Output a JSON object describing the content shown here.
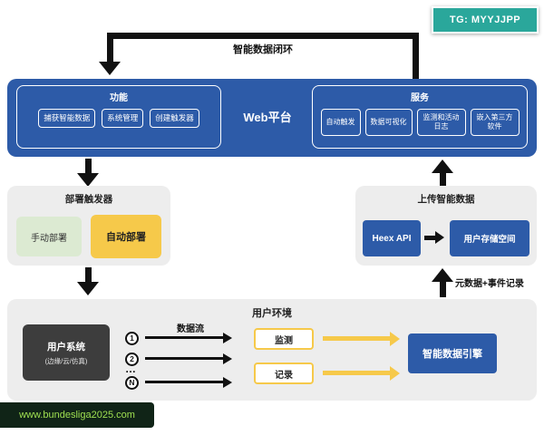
{
  "badge": {
    "label": "TG: MYYJJPP"
  },
  "loop_label": "智能数据闭环",
  "platform": {
    "title": "Web平台",
    "functions": {
      "title": "功能",
      "items": [
        "捕获智能数据",
        "系统管理",
        "创建触发器"
      ]
    },
    "services": {
      "title": "服务",
      "items": [
        "自动触发",
        "数据可视化",
        "监测和活动日志",
        "嵌入第三方软件"
      ]
    }
  },
  "deploy": {
    "title": "部署触发器",
    "manual_label": "手动部署",
    "auto_label": "自动部署"
  },
  "upload": {
    "title": "上传智能数据",
    "api_label": "Heex API",
    "storage_label": "用户存储空间"
  },
  "metadata_flow_label": "元数据+事件记录",
  "environment": {
    "title": "用户环境",
    "user_system": {
      "title": "用户系统",
      "subtitle": "(边缘/云/仿真)"
    },
    "data_flow_label": "数据流",
    "streams": [
      "1",
      "2",
      "N"
    ],
    "ellipsis": "…",
    "monitor_label": "监测",
    "record_label": "记录",
    "engine_label": "智能数据引擎"
  },
  "watermark": "www.bundesliga2025.com",
  "colors": {
    "primary_blue": "#2d5ba8",
    "accent_yellow": "#f6c94a",
    "badge_teal": "#2aa79b",
    "panel_gray": "#ededed",
    "dark_box": "#3d3d3d",
    "pale_green": "#dcead2",
    "watermark_green": "#9fe051"
  }
}
